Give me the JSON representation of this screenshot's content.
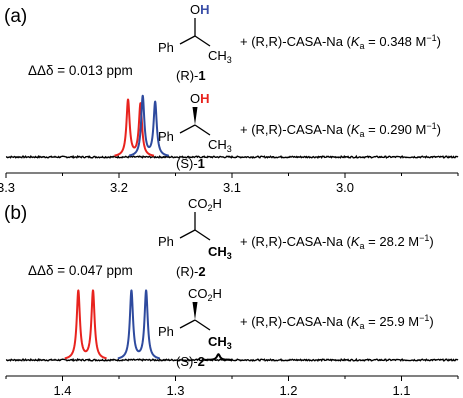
{
  "chart_data": [
    {
      "type": "line",
      "panel_label": "(a)",
      "annotation": "ΔΔδ = 0.013 ppm",
      "xlim": [
        3.3,
        2.9
      ],
      "x_ticks": [
        3.3,
        3.2,
        3.1,
        3.0
      ],
      "x_tick_labels": [
        "3.3",
        "3.2",
        "3.1",
        "3.0"
      ],
      "series": [
        {
          "color": "#e8231e",
          "peaks": [
            {
              "x": 3.192,
              "height": 0.75
            },
            {
              "x": 3.181,
              "height": 0.7
            }
          ]
        },
        {
          "color": "#2e4a9e",
          "peaks": [
            {
              "x": 3.179,
              "height": 0.8
            },
            {
              "x": 3.168,
              "height": 0.72
            }
          ]
        }
      ],
      "structures": [
        {
          "oh_label_o": "O",
          "oh_label_h": "H",
          "h_color": "#3a4fa8",
          "ph": "Ph",
          "group": "CH",
          "group_sub": "3",
          "label": "(R)-",
          "label_bold": "1",
          "eq": "+ (R,R)-CASA-Na (",
          "k": "K",
          "k_sub": "a",
          "k_val": " = 0.348 M",
          "k_exp": "−1",
          "k_close": ")"
        },
        {
          "oh_label_o": "O",
          "oh_label_h": "H",
          "h_color": "#e8231e",
          "ph": "Ph",
          "group": "CH",
          "group_sub": "3",
          "label": "(S)-",
          "label_bold": "1",
          "eq": "+ (R,R)-CASA-Na (",
          "k": "K",
          "k_sub": "a",
          "k_val": " = 0.290 M",
          "k_exp": "−1",
          "k_close": ")"
        }
      ]
    },
    {
      "type": "line",
      "panel_label": "(b)",
      "annotation": "ΔΔδ = 0.047 ppm",
      "xlim": [
        1.45,
        1.05
      ],
      "x_ticks": [
        1.4,
        1.3,
        1.2,
        1.1
      ],
      "x_tick_labels": [
        "1.4",
        "1.3",
        "1.2",
        "1.1"
      ],
      "series": [
        {
          "color": "#e8231e",
          "peaks": [
            {
              "x": 1.386,
              "height": 0.95
            },
            {
              "x": 1.373,
              "height": 0.95
            }
          ]
        },
        {
          "color": "#2e4a9e",
          "peaks": [
            {
              "x": 1.339,
              "height": 0.95
            },
            {
              "x": 1.326,
              "height": 0.95
            }
          ]
        },
        {
          "color": "#000000",
          "peaks": [
            {
              "x": 1.262,
              "height": 0.08
            }
          ]
        }
      ],
      "structures": [
        {
          "top": "CO",
          "top_sub": "2",
          "top_h": "H",
          "ph": "Ph",
          "group": "CH",
          "group_sub": "3",
          "group_color": "#3a4fa8",
          "label": "(R)-",
          "label_bold": "2",
          "eq": "+ (R,R)-CASA-Na (",
          "k": "K",
          "k_sub": "a",
          "k_val": " = 28.2 M",
          "k_exp": "−1",
          "k_close": ")"
        },
        {
          "top": "CO",
          "top_sub": "2",
          "top_h": "H",
          "ph": "Ph",
          "group": "CH",
          "group_sub": "3",
          "group_color": "#e8231e",
          "label": "(S)-",
          "label_bold": "2",
          "eq": "+ (R,R)-CASA-Na (",
          "k": "K",
          "k_sub": "a",
          "k_val": " = 25.9 M",
          "k_exp": "−1",
          "k_close": ")"
        }
      ]
    }
  ]
}
